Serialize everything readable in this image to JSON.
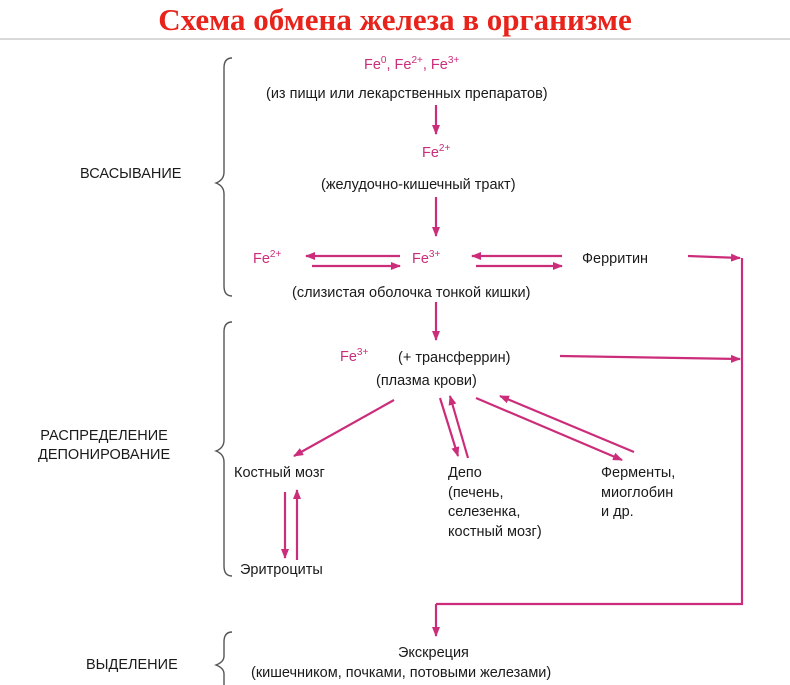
{
  "title": "Схема обмена железа в организме",
  "sections": {
    "absorption": "ВСАСЫВАНИЕ",
    "distribution_1": "РАСПРЕДЕЛЕНИЕ",
    "distribution_2": "ДЕПОНИРОВАНИЕ",
    "excretion": "ВЫДЕЛЕНИЕ"
  },
  "nodes": {
    "food_ions": {
      "fe": "Fe",
      "s1": "0",
      "sep1": ", Fe",
      "s2": "2+",
      "sep2": ", Fe",
      "s3": "3+"
    },
    "food_label": "(из пищи или лекарственных препаратов)",
    "gi_ion": {
      "fe": "Fe",
      "sup": "2+"
    },
    "gi_label": "(желудочно-кишечный тракт)",
    "mucosa_left": {
      "fe": "Fe",
      "sup": "2+"
    },
    "mucosa_mid": {
      "fe": "Fe",
      "sup": "3+"
    },
    "ferritin": "Ферритин",
    "mucosa_label": "(слизистая оболочка тонкой кишки)",
    "plasma_ion": {
      "fe": "Fe",
      "sup": "3+"
    },
    "transferrin": "(+ трансферрин)",
    "plasma_label": "(плазма крови)",
    "bone_marrow": "Костный мозг",
    "erythrocytes": "Эритроциты",
    "depot": [
      "Депо",
      "(печень,",
      "селезенка,",
      "костный мозг)"
    ],
    "enzymes": [
      "Ферменты,",
      "миоглобин",
      "и др."
    ],
    "excretion_title": "Экскреция",
    "excretion_detail": "(кишечником, почками, потовыми железами)"
  },
  "colors": {
    "title": "#e8231c",
    "arrow": "#cc2d7a",
    "ion": "#cc2d7a",
    "text": "#1a1a1a"
  }
}
